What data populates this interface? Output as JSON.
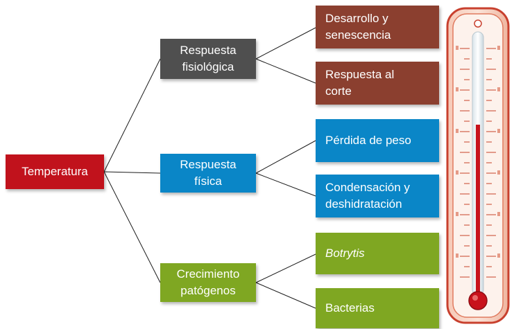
{
  "colors": {
    "root": "#c1121c",
    "physiological": "#4f4f4f",
    "physical": "#0a86c7",
    "pathogen": "#7fa722",
    "brown": "#8b3f2f",
    "line": "#1a1a1a"
  },
  "root": {
    "label": "Temperatura"
  },
  "branches": [
    {
      "label_lines": [
        "Respuesta",
        "fisiológica"
      ],
      "children": [
        {
          "label_lines": [
            "Desarrollo y",
            "senescencia"
          ]
        },
        {
          "label_lines": [
            "Respuesta al",
            "corte"
          ]
        }
      ]
    },
    {
      "label_lines": [
        "Respuesta",
        "física"
      ],
      "children": [
        {
          "label_lines": [
            "Pérdida de peso"
          ]
        },
        {
          "label_lines": [
            "Condensación y",
            "deshidratación"
          ]
        }
      ]
    },
    {
      "label_lines": [
        "Crecimiento",
        "patógenos"
      ],
      "children": [
        {
          "label_lines": [
            "Botrytis"
          ]
        },
        {
          "label_lines": [
            "Bacterias"
          ]
        }
      ]
    }
  ],
  "thermometer_icon": "thermometer-icon"
}
